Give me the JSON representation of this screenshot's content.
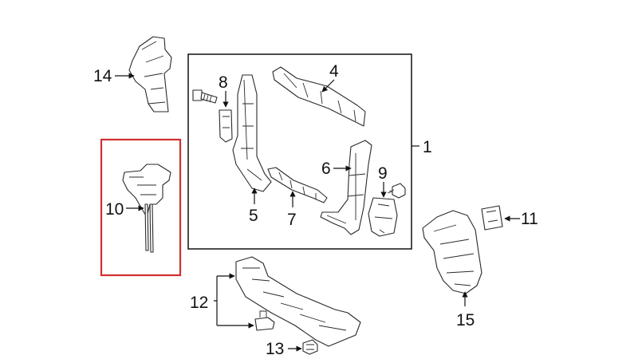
{
  "callouts": {
    "c1": "1",
    "c4": "4",
    "c5": "5",
    "c6": "6",
    "c7": "7",
    "c8": "8",
    "c9": "9",
    "c10": "10",
    "c11": "11",
    "c12": "12",
    "c13": "13",
    "c14": "14",
    "c15": "15"
  },
  "colors": {
    "highlight": "#d32f2f",
    "line": "#111111",
    "background": "#ffffff"
  }
}
